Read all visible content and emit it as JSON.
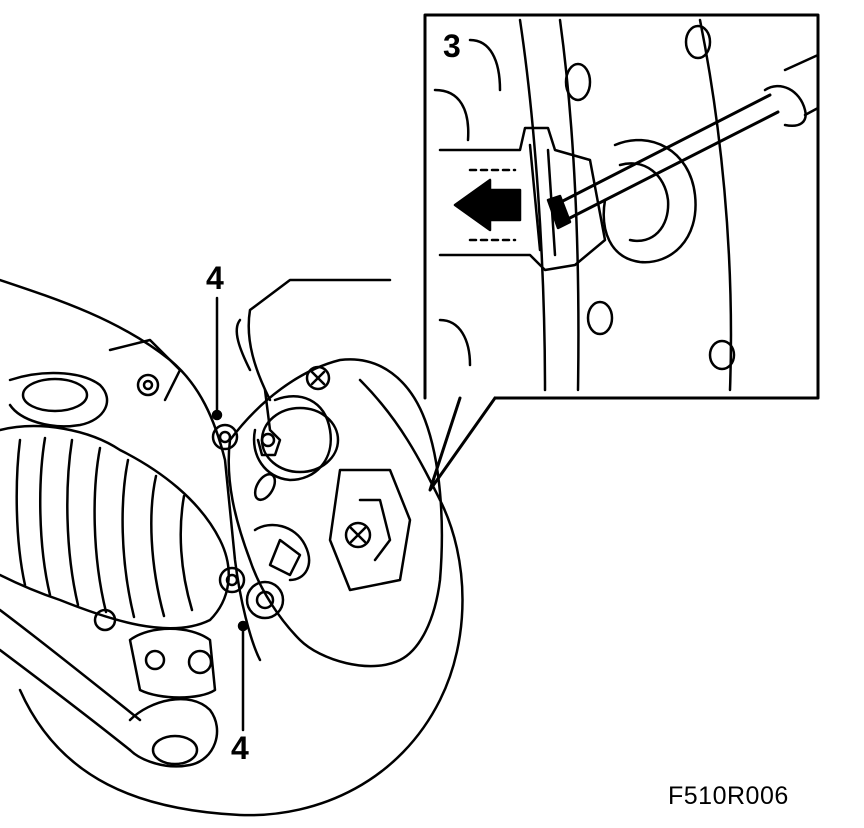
{
  "callouts": {
    "step_3": "3",
    "item_4_upper": "4",
    "item_4_lower": "4"
  },
  "figure_code": "F510R006",
  "colors": {
    "line": "#000000",
    "background": "#ffffff"
  }
}
